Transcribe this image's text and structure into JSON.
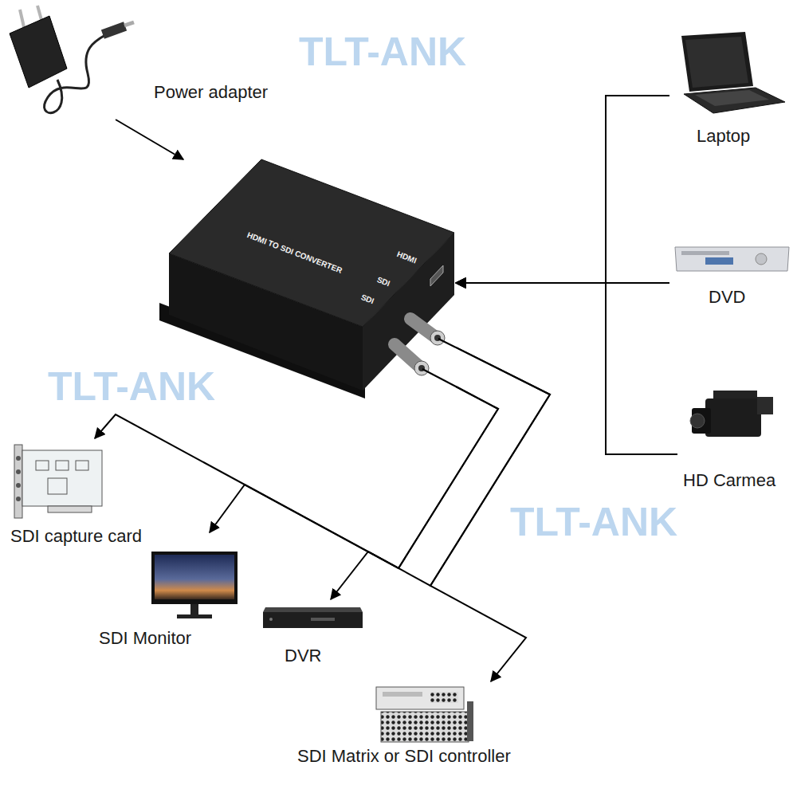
{
  "diagram": {
    "nodes": [
      {
        "text": [
          "Power adapter"
        ]
      },
      {
        "text": [
          "HDMI TO SDI CONVERTER",
          "HDMI",
          "SDI",
          "SDI"
        ]
      },
      {
        "text": [
          "Laptop"
        ]
      },
      {
        "text": [
          "DVD"
        ]
      },
      {
        "text": [
          "HD Carmea"
        ]
      },
      {
        "text": [
          "SDI capture card"
        ]
      },
      {
        "text": [
          "SDI Monitor"
        ]
      },
      {
        "text": [
          "DVR"
        ]
      },
      {
        "text": [
          "SDI Matrix or SDI controller"
        ]
      }
    ],
    "edges": [
      {
        "from": 0,
        "to": 1,
        "arrow": "to"
      },
      {
        "from": 2,
        "to": 1,
        "arrow": "to"
      },
      {
        "from": 3,
        "to": 1,
        "arrow": "to"
      },
      {
        "from": 4,
        "to": 1,
        "arrow": "to"
      },
      {
        "from": 1,
        "to": 5,
        "arrow": "to"
      },
      {
        "from": 1,
        "to": 6,
        "arrow": "to"
      },
      {
        "from": 1,
        "to": 7,
        "arrow": "to"
      },
      {
        "from": 1,
        "to": 8,
        "arrow": "to"
      }
    ],
    "labels": [
      "TLT-ANK",
      "TLT-ANK",
      "TLT-ANK"
    ]
  }
}
